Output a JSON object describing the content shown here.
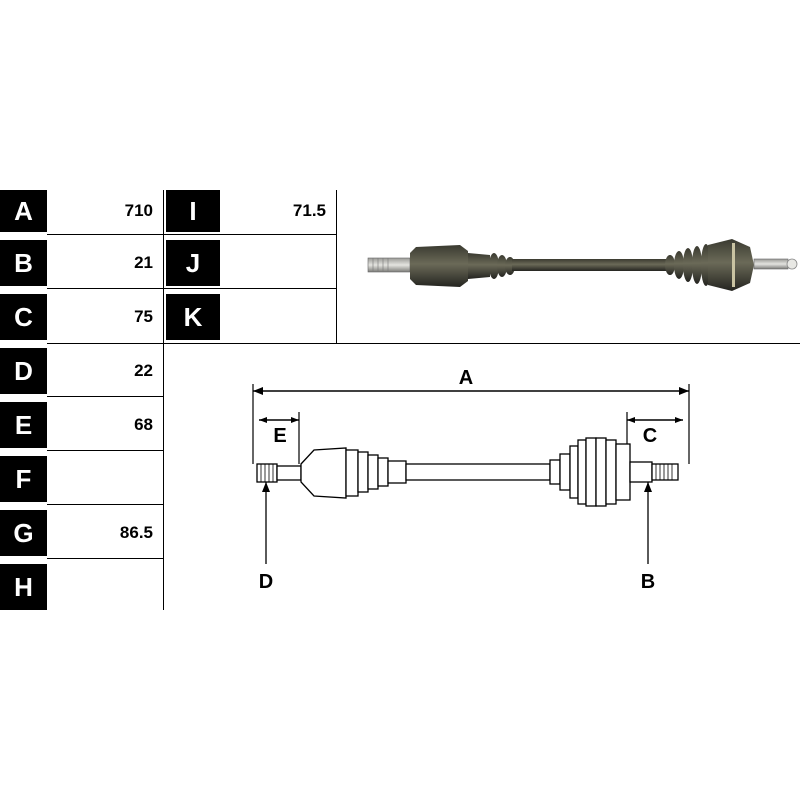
{
  "table_left": [
    {
      "letter": "A",
      "value": "710"
    },
    {
      "letter": "B",
      "value": "21"
    },
    {
      "letter": "C",
      "value": "75"
    },
    {
      "letter": "D",
      "value": "22"
    },
    {
      "letter": "E",
      "value": "68"
    },
    {
      "letter": "F",
      "value": ""
    },
    {
      "letter": "G",
      "value": "86.5"
    },
    {
      "letter": "H",
      "value": ""
    }
  ],
  "table_right": [
    {
      "letter": "I",
      "value": "71.5"
    },
    {
      "letter": "J",
      "value": ""
    },
    {
      "letter": "K",
      "value": ""
    }
  ],
  "diagram_labels": {
    "A": "A",
    "B": "B",
    "C": "C",
    "D": "D",
    "E": "E"
  }
}
